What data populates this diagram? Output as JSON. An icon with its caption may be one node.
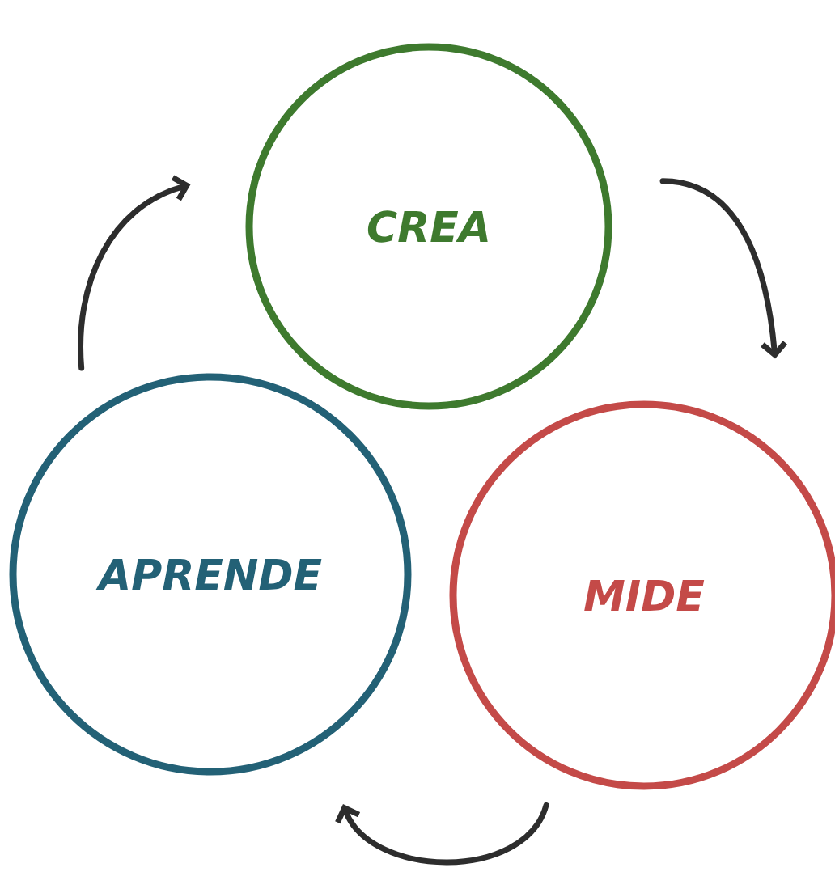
{
  "diagram": {
    "nodes": [
      {
        "text": [
          "CREA"
        ]
      },
      {
        "text": [
          "MIDE"
        ]
      },
      {
        "text": [
          "APRENDE"
        ]
      }
    ],
    "edges": [
      {
        "from": 0,
        "to": 1,
        "arrow": "to"
      },
      {
        "from": 1,
        "to": 2,
        "arrow": "to"
      },
      {
        "from": 2,
        "to": 0,
        "arrow": "to"
      }
    ]
  }
}
